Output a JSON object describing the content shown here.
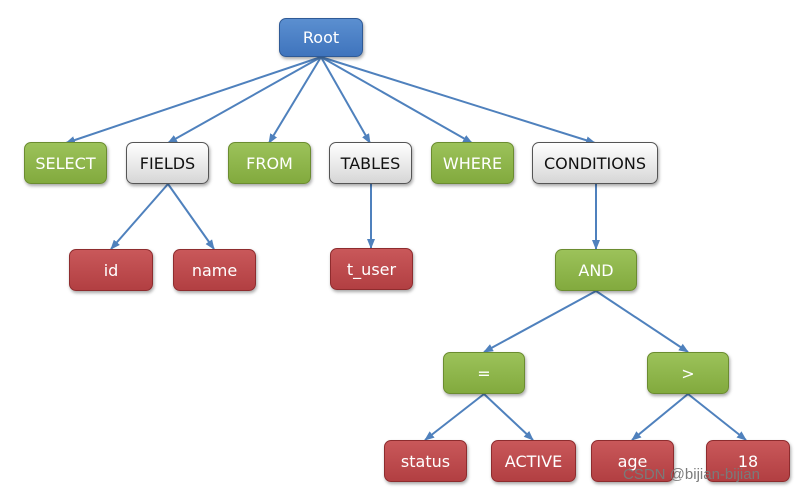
{
  "diagram": {
    "root": "Root",
    "select": "SELECT",
    "fields": "FIELDS",
    "from": "FROM",
    "tables": "TABLES",
    "where": "WHERE",
    "conditions": "CONDITIONS",
    "field_id": "id",
    "field_name": "name",
    "table_name": "t_user",
    "and": "AND",
    "eq": "=",
    "gt": ">",
    "status": "status",
    "active": "ACTIVE",
    "age": "age",
    "age_value": "18"
  },
  "watermark": "CSDN @bijian-bijian",
  "colors": {
    "root": "#4a7fc4",
    "keyword": "#8db64a",
    "group": "#e8e8e8",
    "leaf": "#bf4a4d",
    "edge": "#4f81bd"
  }
}
